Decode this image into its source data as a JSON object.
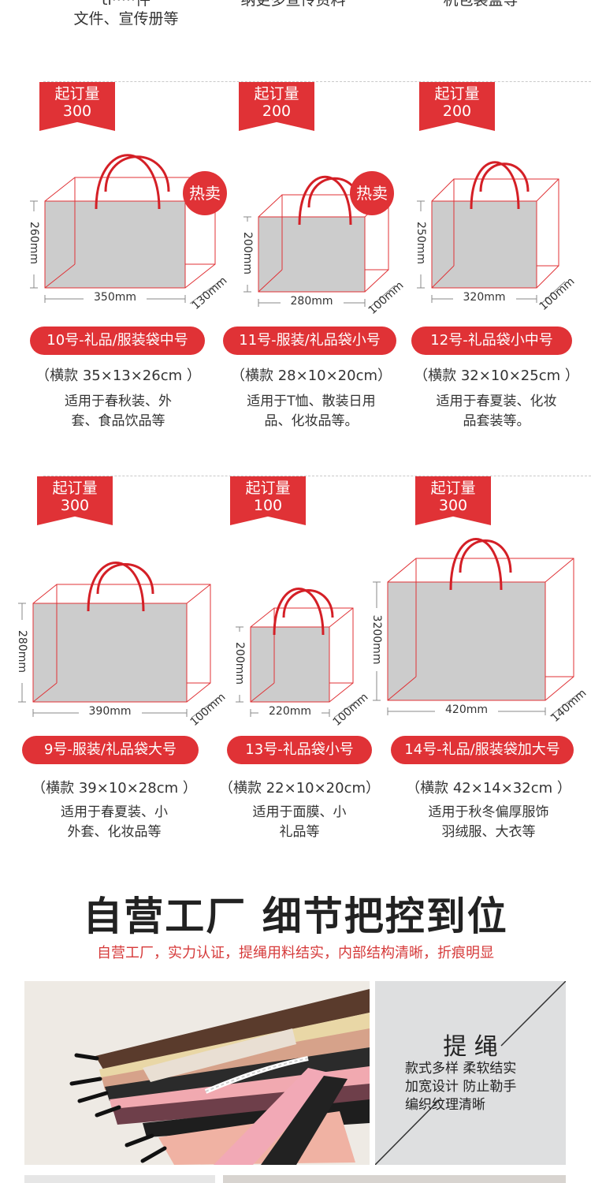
{
  "top_captions": [
    {
      "line1": "ti·····件",
      "line2": "文件、宣传册等"
    },
    {
      "line1": "",
      "line2": "纳更多宣传资料"
    },
    {
      "line1": "",
      "line2": "机包装盒等"
    }
  ],
  "colors": {
    "accent": "#e03236",
    "bag_face": "#cccccc"
  },
  "bags": [
    {
      "moq_label": "起订量",
      "moq": "300",
      "hot": "热卖",
      "height": "260mm",
      "width": "350mm",
      "depth": "130mm",
      "name": "10号-礼品/服装袋中号",
      "spec": "（横款 35×13×26cm ）",
      "use_line1": "适用于春秋装、外",
      "use_line2": "套、食品饮品等"
    },
    {
      "moq_label": "起订量",
      "moq": "200",
      "hot": "热卖",
      "height": "200mm",
      "width": "280mm",
      "depth": "100mm",
      "name": "11号-服装/礼品袋小号",
      "spec": "（横款 28×10×20cm）",
      "use_line1": "适用于T恤、散装日用",
      "use_line2": "品、化妆品等。"
    },
    {
      "moq_label": "起订量",
      "moq": "200",
      "hot": "",
      "height": "250mm",
      "width": "320mm",
      "depth": "100mm",
      "name": "12号-礼品袋小中号",
      "spec": "（横款 32×10×25cm ）",
      "use_line1": "适用于春夏装、化妆",
      "use_line2": "品套装等。"
    },
    {
      "moq_label": "起订量",
      "moq": "300",
      "hot": "",
      "height": "280mm",
      "width": "390mm",
      "depth": "100mm",
      "name": "9号-服装/礼品袋大号",
      "spec": "（横款 39×10×28cm ）",
      "use_line1": "适用于春夏装、小",
      "use_line2": "外套、化妆品等"
    },
    {
      "moq_label": "起订量",
      "moq": "100",
      "hot": "",
      "height": "200mm",
      "width": "220mm",
      "depth": "100mm",
      "name": "13号-礼品袋小号",
      "spec": "（横款 22×10×20cm）",
      "use_line1": "适用于面膜、小",
      "use_line2": "礼品等"
    },
    {
      "moq_label": "起订量",
      "moq": "300",
      "hot": "",
      "height": "3200mm",
      "width": "420mm",
      "depth": "140mm",
      "name": "14号-礼品/服装袋加大号",
      "spec": "（横款 42×14×32cm ）",
      "use_line1": "适用于秋冬偏厚服饰",
      "use_line2": "羽绒服、大衣等"
    }
  ],
  "section": {
    "headline": "自营工厂 细节把控到位",
    "subtitle": "自营工厂，实力认证，提绳用料结实，内部结构清晰，折痕明显"
  },
  "rope_panel": {
    "title": "提 绳",
    "line1": "款式多样 柔软结实",
    "line2": "加宽设计 防止勒手",
    "line3": "编织纹理清晰"
  },
  "rope_photo": {
    "icon": "ropes-photo"
  }
}
